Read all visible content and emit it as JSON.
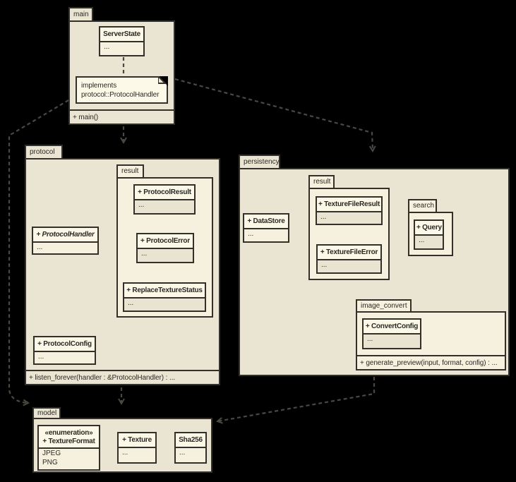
{
  "colors": {
    "background": "#000000",
    "package_fill": "#eae4d2",
    "nested_package_fill": "#f6f1de",
    "class_title_fill": "#fcf8e7",
    "class_body_fill": "#e9e3d1",
    "border": "#33302a",
    "edge": "#4a4840",
    "note_fill": "#fcf9e8"
  },
  "packages": {
    "main": {
      "label": "main",
      "ops": "+ main()"
    },
    "protocol": {
      "label": "protocol",
      "ops": "+ listen_forever(handler : &ProtocolHandler) : ..."
    },
    "protocol_result": {
      "label": "result"
    },
    "persistency": {
      "label": "persistency"
    },
    "persistency_result": {
      "label": "result"
    },
    "search": {
      "label": "search"
    },
    "image_convert": {
      "label": "image_convert",
      "ops": "+ generate_preview(input, format, config) : ..."
    },
    "model": {
      "label": "model"
    }
  },
  "classes": {
    "server_state": {
      "title": "ServerState",
      "body": "..."
    },
    "protocol_result": {
      "title": "+ ProtocolResult",
      "body": "..."
    },
    "protocol_error": {
      "title": "+ ProtocolError",
      "body": "..."
    },
    "replace_texture_status": {
      "title": "+ ReplaceTextureStatus",
      "body": "..."
    },
    "protocol_handler": {
      "title": "+ ProtocolHandler",
      "body": "..."
    },
    "protocol_config": {
      "title": "+ ProtocolConfig",
      "body": "..."
    },
    "data_store": {
      "title": "+ DataStore",
      "body": "..."
    },
    "texture_file_result": {
      "title": "+ TextureFileResult",
      "body": "..."
    },
    "texture_file_error": {
      "title": "+ TextureFileError",
      "body": "..."
    },
    "query": {
      "title": "+ Query",
      "body": "..."
    },
    "convert_config": {
      "title": "+ ConvertConfig",
      "body": "..."
    },
    "texture_format": {
      "stereotype": "«enumeration»",
      "title": "+ TextureFormat",
      "values": [
        "JPEG",
        "PNG"
      ]
    },
    "texture": {
      "title": "+ Texture",
      "body": "..."
    },
    "sha256": {
      "title": "Sha256",
      "body": "..."
    }
  },
  "note": {
    "line1": "implements",
    "line2": "protocol::ProtocolHandler"
  },
  "edges": [
    {
      "from": "ServerState",
      "to": "note",
      "style": "dashed-anchor"
    },
    {
      "from": "main",
      "to": "protocol",
      "style": "dashed-dependency"
    },
    {
      "from": "main",
      "to": "persistency",
      "style": "dashed-dependency"
    },
    {
      "from": "main",
      "to": "model",
      "style": "dashed-dependency"
    },
    {
      "from": "protocol",
      "to": "model",
      "style": "dashed-dependency"
    },
    {
      "from": "persistency",
      "to": "model",
      "style": "dashed-dependency"
    }
  ]
}
